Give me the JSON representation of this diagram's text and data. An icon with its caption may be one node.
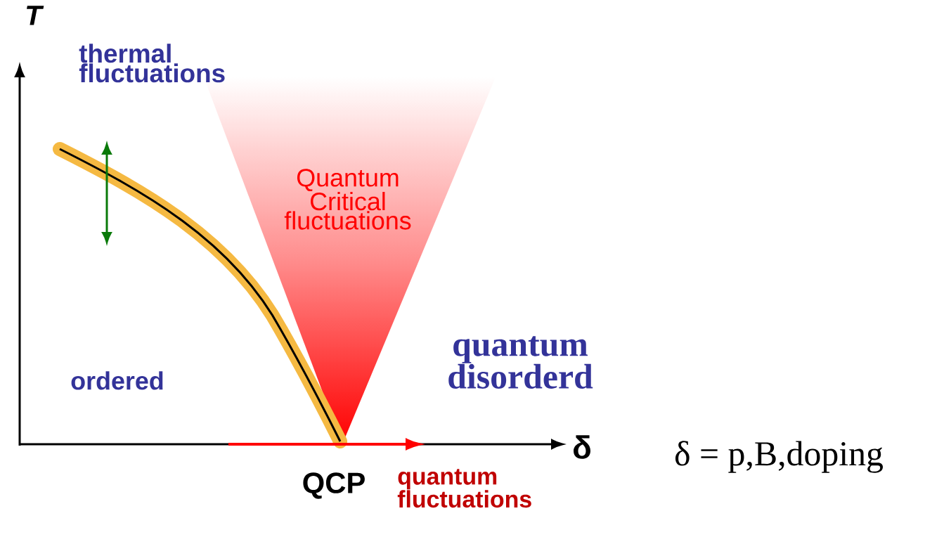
{
  "diagram": {
    "labels": [
      "T",
      "thermal fluctuations",
      "Quantum Critical fluctuations",
      "ordered",
      "quantum disorderd",
      "δ",
      "δ = p,B,doping",
      "QCP",
      "quantum fluctuations"
    ]
  }
}
